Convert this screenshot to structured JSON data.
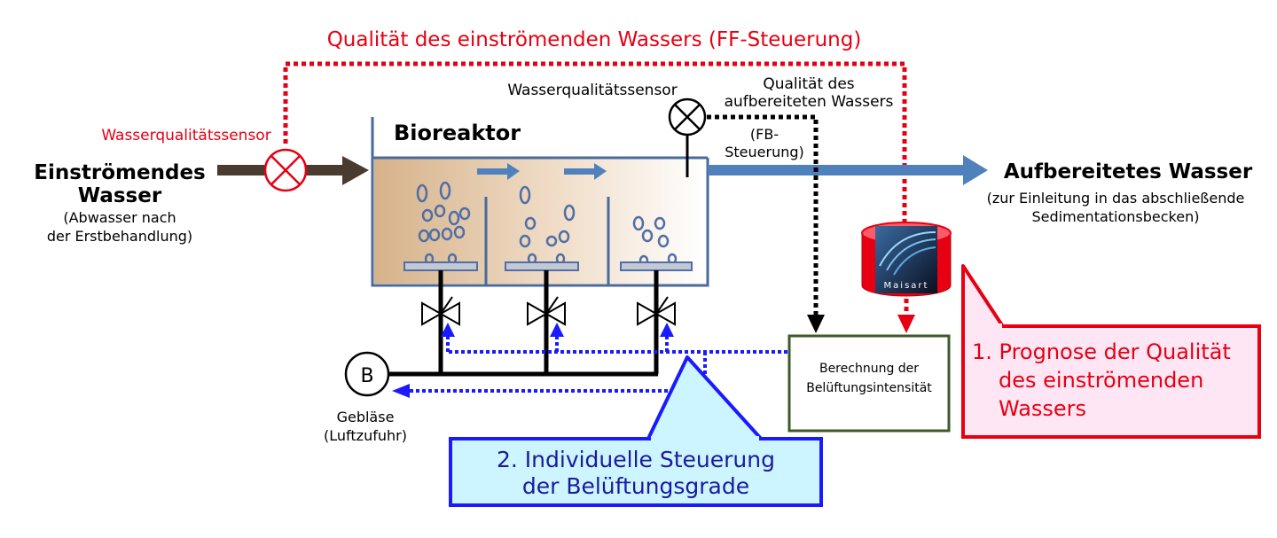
{
  "labels": {
    "ff_control": "Qualität des einströmenden Wassers (FF-Steuerung)",
    "inflow_sensor": "Wasserqualitätssensor",
    "outflow_sensor": "Wasserqualitätssensor",
    "treated_quality_line1": "Qualität des",
    "treated_quality_line2": "aufbereiteten Wassers",
    "fb_line1": "(FB-",
    "fb_line2": "Steuerung)",
    "bioreactor": "Bioreaktor",
    "inflow_title_line1": "Einströmendes",
    "inflow_title_line2": "Wasser",
    "inflow_sub_line1": "(Abwasser nach",
    "inflow_sub_line2": "der Erstbehandlung)",
    "outflow_title": "Aufbereitetes Wasser",
    "outflow_sub_line1": "(zur Einleitung in das abschließende",
    "outflow_sub_line2": "Sedimentationsbecken)",
    "blower_symbol": "B",
    "blower_line1": "Gebläse",
    "blower_line2": "(Luftzufuhr)",
    "calc_line1": "Berechnung der",
    "calc_line2": "Belüftungsintensität",
    "maisart": "Maisart",
    "callout1_line1": "1. Prognose der Qualität",
    "callout1_line2": "des einströmenden",
    "callout1_line3": "Wassers",
    "callout2_line1": "2. Individuelle Steuerung",
    "callout2_line2": "der Belüftungsgrade"
  },
  "colors": {
    "red": "#e60012",
    "blue_dot": "#1a1aff",
    "outflow_arrow": "#4f81bd",
    "inflow_arrow": "#4a3b30",
    "tank_border": "#4a6a9a",
    "calc_border": "#3d5a28",
    "callout1_bg": "#ffe6f5",
    "callout2_bg": "#ccf5ff",
    "callout2_text": "#1a1aa0"
  }
}
